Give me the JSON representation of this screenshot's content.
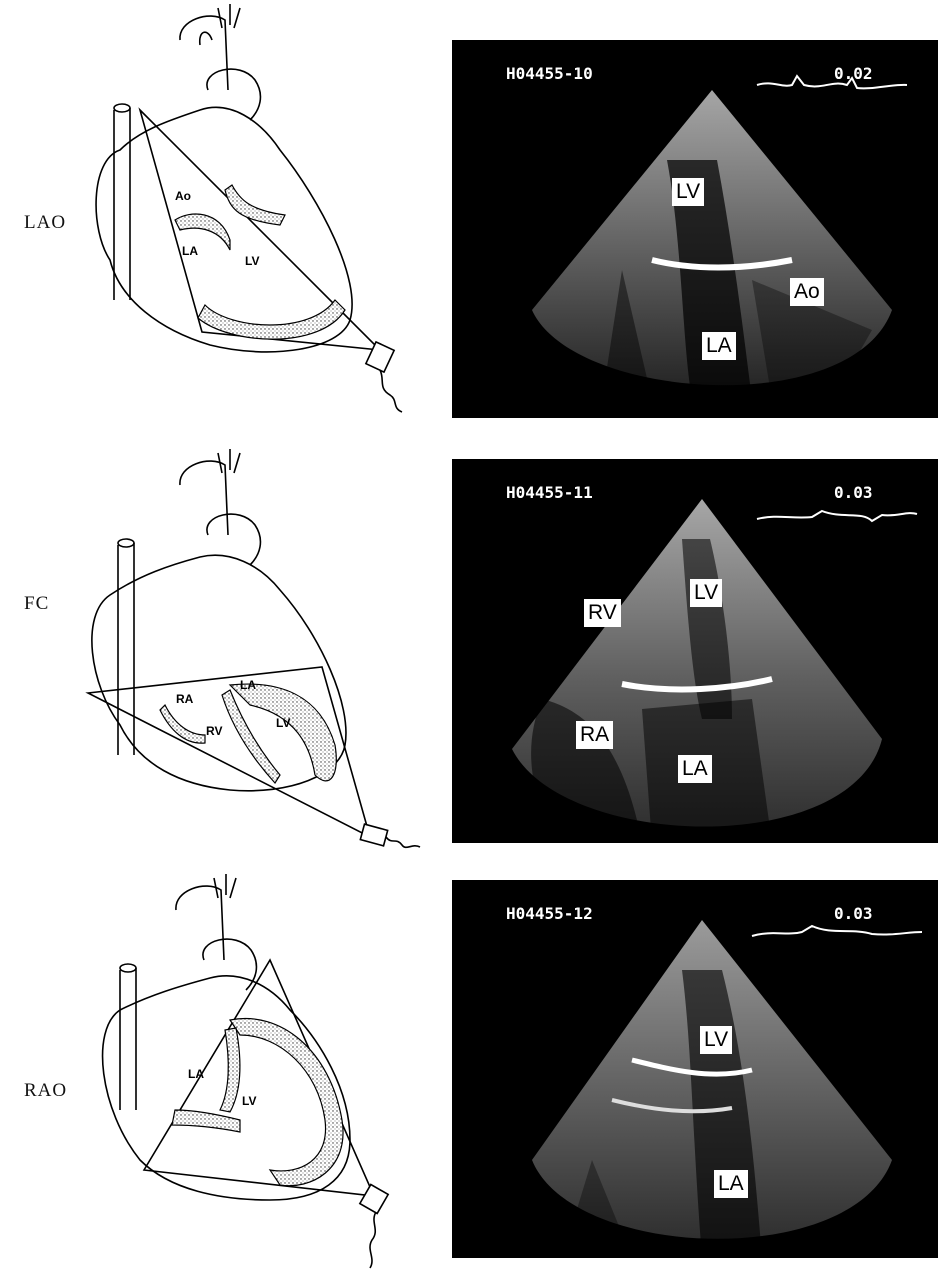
{
  "panels": [
    {
      "view": "LAO",
      "diagram_labels": [
        "Ao",
        "LA",
        "LV"
      ],
      "echo": {
        "study_id": "H04455-10",
        "value": "0.02",
        "chambers": [
          "LV",
          "Ao",
          "LA"
        ]
      }
    },
    {
      "view": "FC",
      "diagram_labels": [
        "RA",
        "LA",
        "RV",
        "LV"
      ],
      "echo": {
        "study_id": "H04455-11",
        "value": "0.03",
        "chambers": [
          "LV",
          "RV",
          "RA",
          "LA"
        ]
      }
    },
    {
      "view": "RAO",
      "diagram_labels": [
        "LA",
        "LV"
      ],
      "echo": {
        "study_id": "H04455-12",
        "value": "0.03",
        "chambers": [
          "LV",
          "LA"
        ]
      }
    }
  ]
}
